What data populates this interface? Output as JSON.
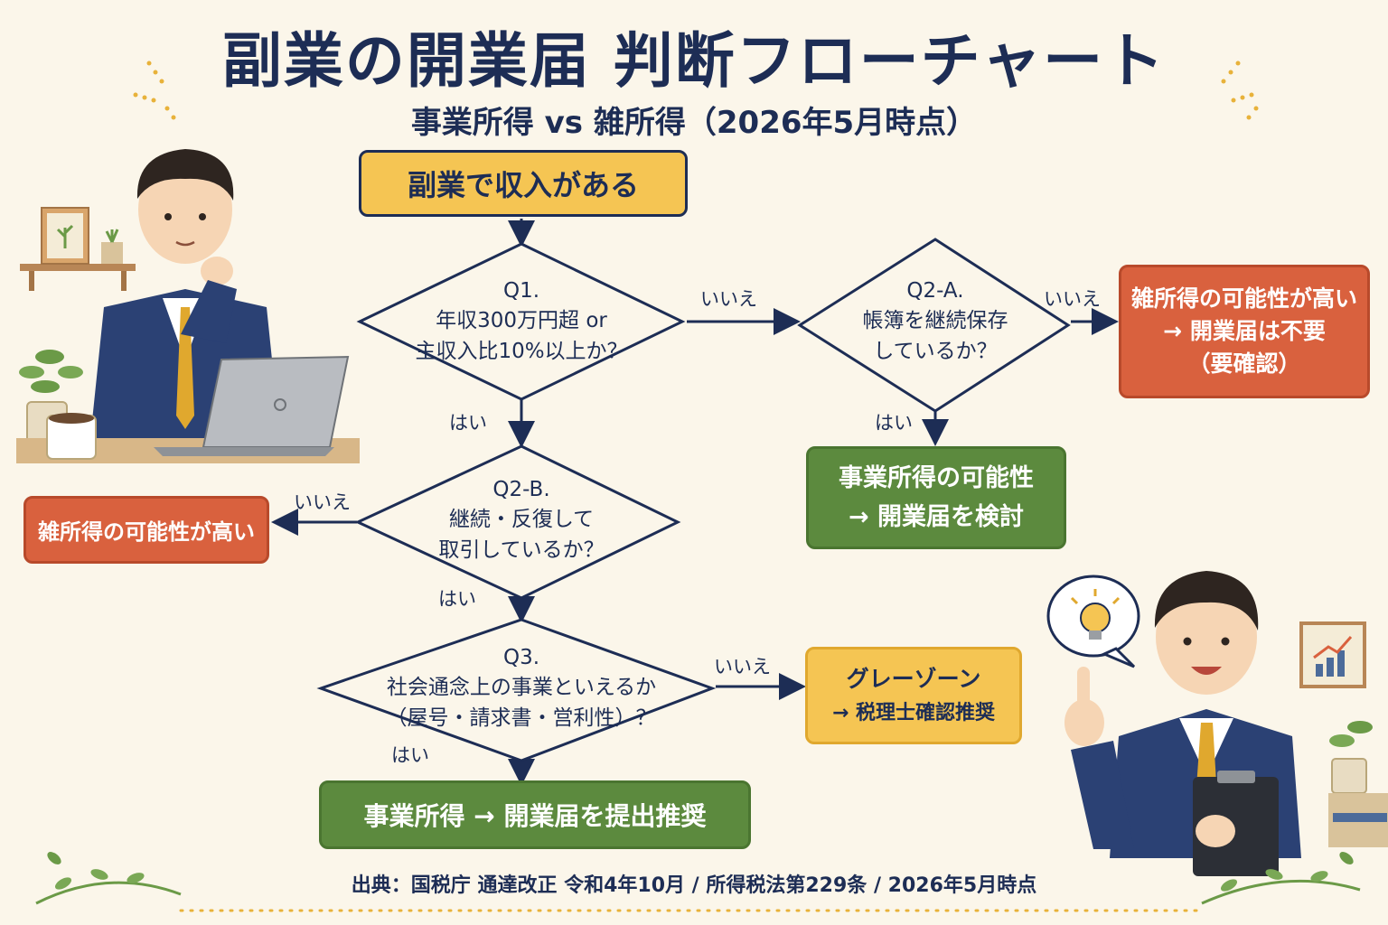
{
  "title": "副業の開業届 判断フローチャート",
  "subtitle": "事業所得 vs 雑所得（2026年5月時点）",
  "start": "副業で収入がある",
  "q1": {
    "id": "Q1.",
    "line1": "年収300万円超 or",
    "line2": "主収入比10%以上か？"
  },
  "q2a": {
    "id": "Q2-A.",
    "line1": "帳簿を継続保存",
    "line2": "しているか？"
  },
  "q2b": {
    "id": "Q2-B.",
    "line1": "継続・反復して",
    "line2": "取引しているか？"
  },
  "q3": {
    "id": "Q3.",
    "line1": "社会通念上の事業といえるか",
    "line2": "（屋号・請求書・営利性）？"
  },
  "labels": {
    "yes": "はい",
    "no": "いいえ"
  },
  "result_misc_right": {
    "line1": "雑所得の可能性が高い",
    "line2": "→ 開業届は不要",
    "line3": "（要確認）"
  },
  "result_biz_possible": {
    "line1": "事業所得の可能性",
    "line2": "→ 開業届を検討"
  },
  "result_misc_left": "雑所得の可能性が高い",
  "result_gray": {
    "line1": "グレーゾーン",
    "line2": "→ 税理士確認推奨"
  },
  "result_biz_final": "事業所得 → 開業届を提出推奨",
  "source": "出典：国税庁 通達改正 令和4年10月 / 所得税法第229条 / 2026年5月時点",
  "colors": {
    "navy": "#1d2d55",
    "yellow": "#f5c553",
    "red": "#d9613e",
    "green": "#5c8a3e",
    "background": "#fbf6ea"
  }
}
